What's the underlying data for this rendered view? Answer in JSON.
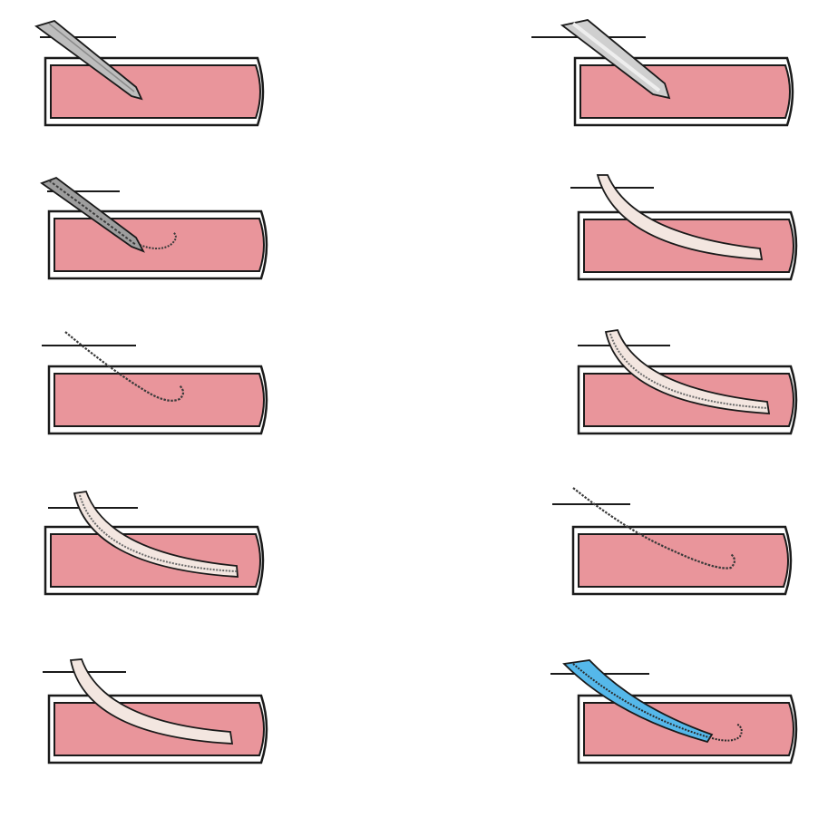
{
  "figure": {
    "type": "illustration",
    "subject": "vessel-cannulation-sequence",
    "colors": {
      "background": "#ffffff",
      "vessel_lumen": "#e9959b",
      "vessel_outline": "#1a1a1a",
      "needle_fill": "#bdbdbd",
      "needle_highlight": "#eeeeee",
      "guidewire": "#3a3a3a",
      "dilator_fill": "#f3e6e0",
      "sheath_fill": "#55b8ea"
    },
    "panels": [
      {
        "id": "1",
        "instrument": "needle",
        "style": "dark"
      },
      {
        "id": "2",
        "instrument": "needle",
        "style": "light"
      },
      {
        "id": "3",
        "instrument": "needle-with-guidewire"
      },
      {
        "id": "4",
        "instrument": "catheter"
      },
      {
        "id": "5",
        "instrument": "guidewire"
      },
      {
        "id": "6",
        "instrument": "catheter-over-guidewire"
      },
      {
        "id": "7",
        "instrument": "catheter-over-guidewire"
      },
      {
        "id": "8",
        "instrument": "guidewire"
      },
      {
        "id": "9",
        "instrument": "catheter"
      },
      {
        "id": "10",
        "instrument": "sheath-over-guidewire"
      }
    ]
  }
}
